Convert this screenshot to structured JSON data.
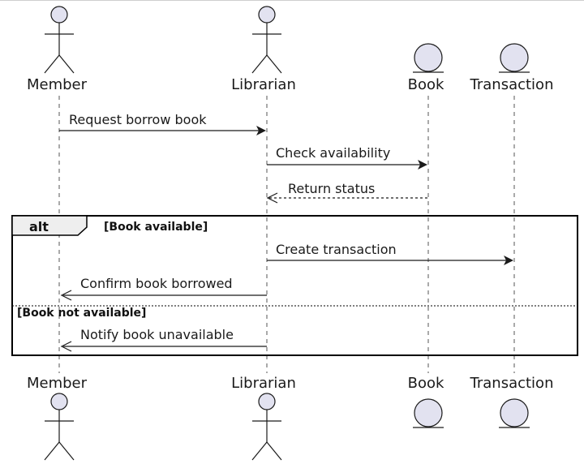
{
  "participants": [
    {
      "id": "member",
      "name": "Member",
      "kind": "actor"
    },
    {
      "id": "librarian",
      "name": "Librarian",
      "kind": "actor"
    },
    {
      "id": "book",
      "name": "Book",
      "kind": "entity"
    },
    {
      "id": "transaction",
      "name": "Transaction",
      "kind": "entity"
    }
  ],
  "messages": [
    {
      "text": "Request borrow book",
      "from": "member",
      "to": "librarian",
      "style": "solid"
    },
    {
      "text": "Check availability",
      "from": "librarian",
      "to": "book",
      "style": "solid"
    },
    {
      "text": "Return status",
      "from": "book",
      "to": "librarian",
      "style": "dashed"
    },
    {
      "text": "Create transaction",
      "from": "librarian",
      "to": "transaction",
      "style": "solid"
    },
    {
      "text": "Confirm book borrowed",
      "from": "librarian",
      "to": "member",
      "style": "solid"
    },
    {
      "text": "Notify book unavailable",
      "from": "librarian",
      "to": "member",
      "style": "solid"
    }
  ],
  "alt_fragment": {
    "label": "alt",
    "guard_1": "[Book available]",
    "guard_2": "[Book not available]"
  },
  "colors": {
    "participant_fill": "#e2e2f0",
    "line": "#1a1a1a",
    "frame_tab": "#eeeeee"
  }
}
